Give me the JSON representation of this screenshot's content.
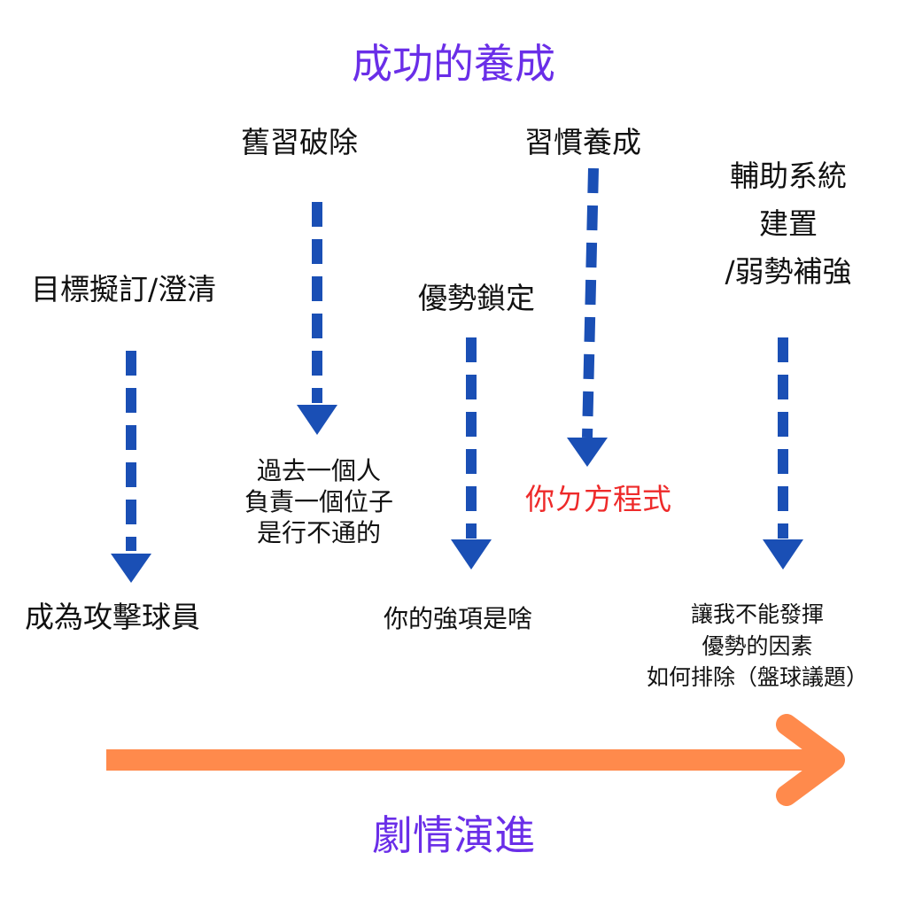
{
  "diagram": {
    "title": "成功的養成",
    "footer": "劇情演進",
    "colors": {
      "title": "#6a2ee8",
      "dashed_arrow": "#1a4fb5",
      "progress_arrow": "#ff8a4c",
      "highlight_text": "#ee2a2a",
      "text": "#111111"
    },
    "steps": [
      {
        "label": "目標擬訂/澄清",
        "result": [
          "成為攻擊球員"
        ]
      },
      {
        "label": "舊習破除",
        "result": [
          "過去一個人",
          "負責一個位子",
          "是行不通的"
        ]
      },
      {
        "label": "優勢鎖定",
        "result": [
          "你的強項是啥"
        ]
      },
      {
        "label": "習慣養成",
        "result": [
          "你ㄉ方程式"
        ]
      },
      {
        "label": [
          "輔助系統",
          "建置",
          "/弱勢補強"
        ],
        "result": [
          "讓我不能發揮",
          "優勢的因素",
          "如何排除（盤球議題）"
        ]
      }
    ]
  }
}
